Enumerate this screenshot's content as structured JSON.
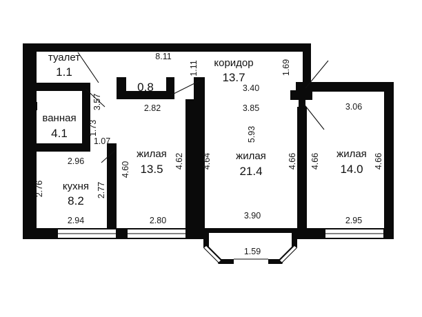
{
  "plan": {
    "type": "apartment-floor-plan",
    "units": "meters",
    "area_units": "square meters",
    "background_color": "#ffffff",
    "wall_color": "#0a0a0a",
    "text_color": "#111111"
  },
  "rooms": [
    {
      "id": "toilet",
      "name": "туалет",
      "area": "1.1"
    },
    {
      "id": "bathroom",
      "name": "ванная",
      "area": "4.1"
    },
    {
      "id": "closet",
      "name": "",
      "area": "0.8"
    },
    {
      "id": "corridor",
      "name": "коридор",
      "area": "13.7"
    },
    {
      "id": "kitchen",
      "name": "кухня",
      "area": "8.2"
    },
    {
      "id": "living-left",
      "name": "жилая",
      "area": "13.5"
    },
    {
      "id": "living-mid",
      "name": "жилая",
      "area": "21.4"
    },
    {
      "id": "living-right",
      "name": "жилая",
      "area": "14.0"
    }
  ],
  "dimensions": {
    "top_overall": "8.11",
    "corridor_top_left": "1.11",
    "corridor_right_top": "1.69",
    "corridor_depth_1": "3.40",
    "corridor_depth_2": "3.85",
    "corridor_depth_3": "5.93",
    "toilet_right_1": "3.57",
    "toilet_right_2": "1.73",
    "bathroom_bottom": "1.07",
    "kitchen_top": "2.96",
    "kitchen_left": "2.76",
    "kitchen_right": "2.77",
    "kitchen_bottom": "2.94",
    "closet_bottom": "2.82",
    "living_left_left": "4.60",
    "living_left_right": "4.62",
    "living_left_bottom": "2.80",
    "living_mid_left": "4.64",
    "living_mid_bottom": "3.90",
    "living_mid_right": "4.66",
    "living_right_left": "4.66",
    "living_right_right": "4.66",
    "living_right_top": "3.06",
    "living_right_bottom": "2.95",
    "balcony_bottom": "1.59"
  }
}
